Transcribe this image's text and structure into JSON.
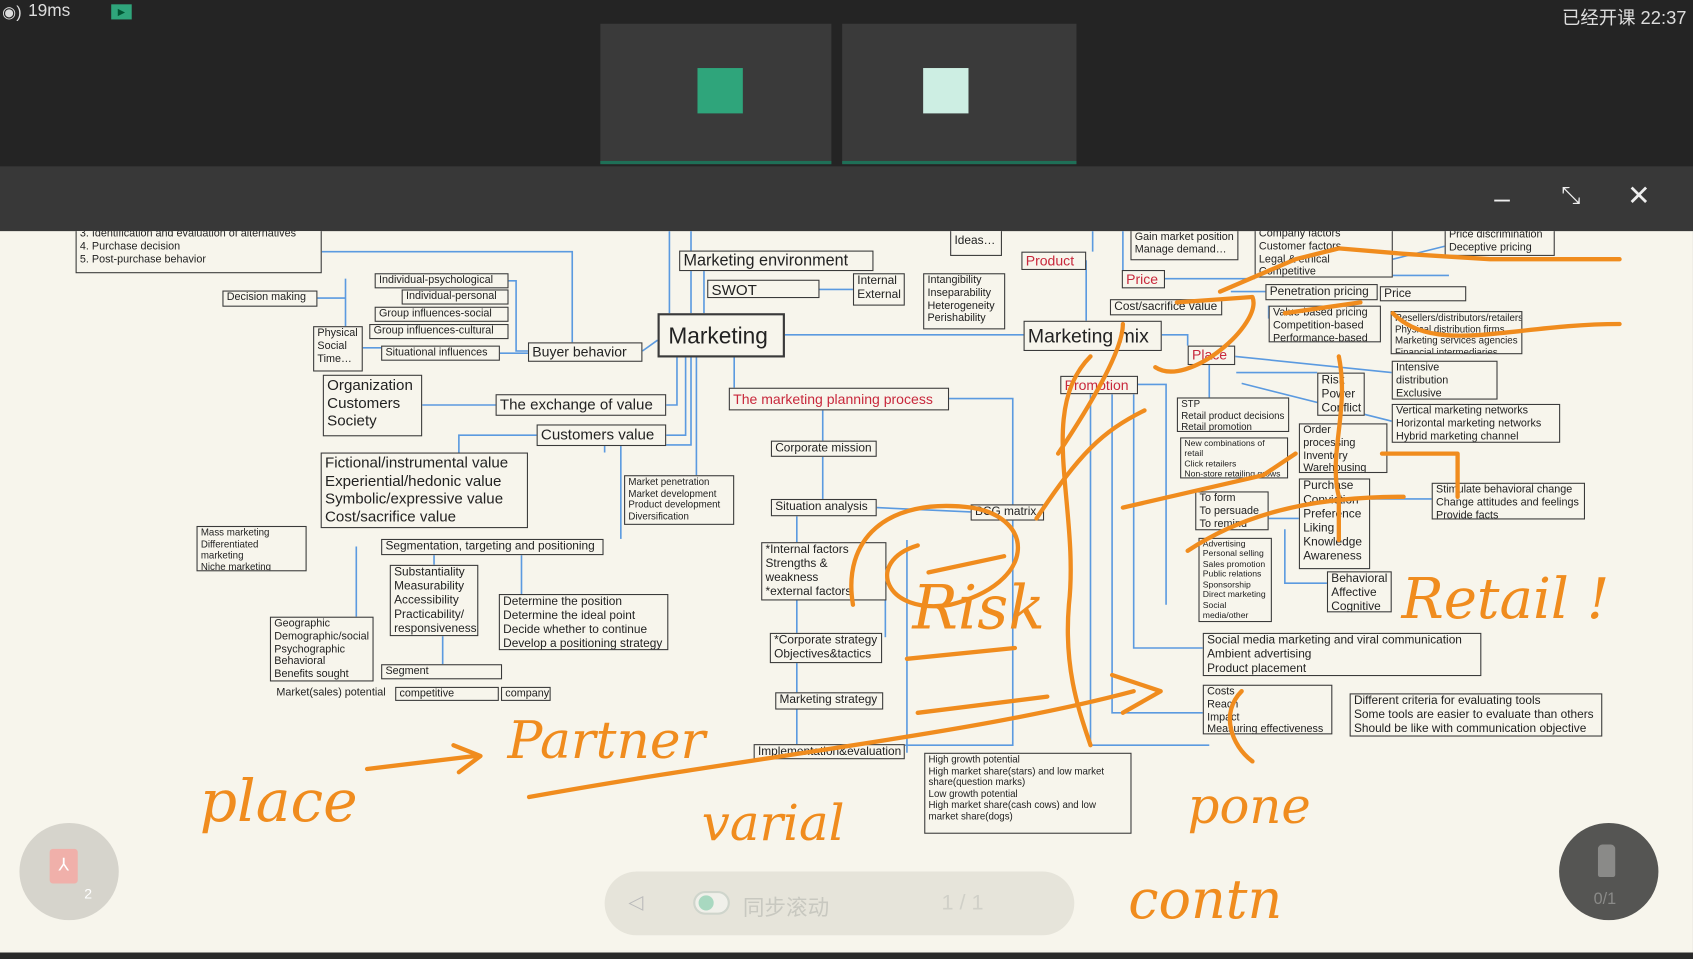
{
  "status": {
    "latency": "19ms",
    "class_status": "已经开课 22:37"
  },
  "colors": {
    "accent_green": "#2fa57b",
    "ink_orange": "#f08c1e",
    "connector_blue": "#5b9ae0",
    "node_red": "#c8283c"
  },
  "toolbar": {
    "minimize_icon": "minimize-icon",
    "shrink_icon": "shrink-icon",
    "close_icon": "close-icon"
  },
  "diagram": {
    "decision_steps": "3.  Identification and evaluation of alternatives\n4.  Purchase decision\n5.  Post-purchase behavior",
    "decision_making": "Decision making",
    "ind_psych": "Individual-psychological",
    "ind_personal": "Individual-personal",
    "group_social": "Group influences-social",
    "group_cultural": "Group influences-cultural",
    "situational": "Situational influences",
    "physical": "Physical\nSocial\nTime…",
    "buyer_behavior": "Buyer behavior",
    "org_cust_soc": "Organization\nCustomers\nSociety",
    "exchange_value": "The exchange of value",
    "customers_value": "Customers value",
    "value_types": "Fictional/instrumental value\nExperiential/hedonic value\nSymbolic/expressive value\nCost/sacrifice value",
    "mass_marketing": "Mass marketing\nDifferentiated marketing\nNiche marketing\nMicromarketing",
    "stp": "Segmentation, targeting and positioning",
    "substantiality": "Substantiality\nMeasurability\nAccessibility\nPracticability/\nresponsiveness",
    "geographic": "Geographic\nDemographic/social\nPsychographic\nBehavioral\nBenefits sought",
    "determine": "Determine the position\nDetermine the ideal point\nDecide whether to continue\nDevelop a positioning strategy",
    "segment_attr": "Segment attractiveness",
    "market_potential": "Market(sales) potential",
    "competitive_intensity": "competitive intensity",
    "company": "company",
    "marketing_environment": "Marketing environment",
    "swot": "SWOT analysis",
    "internal_external": "Internal\nExternal",
    "marketing": "Marketing",
    "planning_process": "The marketing planning process",
    "corporate_mission": "Corporate mission",
    "market_penetration": "Market penetration\nMarket development\nProduct development\nDiversification",
    "situation_analysis": "Situation analysis",
    "bcg": "BCG matrix",
    "internal_factors": "*Internal factors\nStrengths & weakness\n*external factors\nOpportunities & threats",
    "corporate_strategy": "*Corporate strategy\nObjectives&tactics",
    "marketing_strategy": "Marketing strategy",
    "implementation": "Implementation&evaluation",
    "high_growth": "High growth potential\nHigh market share(stars) and low market\nshare(question marks)\nLow growth potential\nHigh market share(cash cows) and low\nmarket share(dogs)",
    "services": "Services\nIdeas…",
    "intangibility": "Intangibility\nInseparability\nHeterogeneity\nPerishability",
    "product": "Product",
    "gain_market": "Gain market position\nManage demand…",
    "price": "Price",
    "cost_sacrifice": "Cost/sacrifice value",
    "marketing_mix": "Marketing mix",
    "place": "Place",
    "promotion": "Promotion",
    "company_factors": "Company factors\nCustomer factors\nLegal & ethical\nCompetitive considerations",
    "penetration_pricing": "Penetration pricing",
    "price_skimming": "Price skimming",
    "value_based": "Value-based pricing\nCompetition-based\nPerformance-based",
    "price_discrimination": "Price discrimination\nDeceptive pricing",
    "resellers": "Resellers/distributors/retailers\nPhysical distribution firms\nMarketing services agencies\nFinancial intermediaries",
    "intensive": "Intensive distribution\nExclusive distribution\nSelective distribution",
    "vertical": "Vertical marketing networks\nHorizontal marketing networks\nHybrid marketing channel networks",
    "stimulate": "Stimulate behavioral change\nChange attitudes and feelings\nProvide facts",
    "stp_retail": "STP\nRetail product decisions\nRetail promotion decisions",
    "new_combinations": "New combinations of retail\nClick retailers\nNon-store retailing grows\nIncreasing retail technology",
    "risk": "Risk\nPower\nConflict",
    "order_processing": "Order processing\nInventory\nWarehousing\nTransport",
    "to_form": "To form\nTo persuade\nTo remind",
    "purchase": "Purchase\nConviction\nPreference\nLiking\nKnowledge\nAwareness",
    "advertising": "Advertising\nPersonal selling\nSales promotion\nPublic relations\nSponsorship\nDirect marketing\nSocial\nmedia/other",
    "behavioral": "Behavioral\nAffective\nCognitive",
    "social_media": "Social media marketing and viral communication\nAmbient advertising\nProduct placement",
    "costs": "Costs\nReach\nImpact\nMeasuring effectiveness",
    "criteria": "Different criteria for evaluating tools\nSome tools are easier to evaluate than others\nShould be like with communication objective"
  },
  "annotations": [
    "place",
    "Partner",
    "Retail !",
    "varial",
    "Risk",
    "pone",
    "contn"
  ],
  "bottom": {
    "file_badge": "2",
    "sync_label": "同步滚动",
    "page_indicator": "1 / 1",
    "hand_count": "0/1"
  }
}
